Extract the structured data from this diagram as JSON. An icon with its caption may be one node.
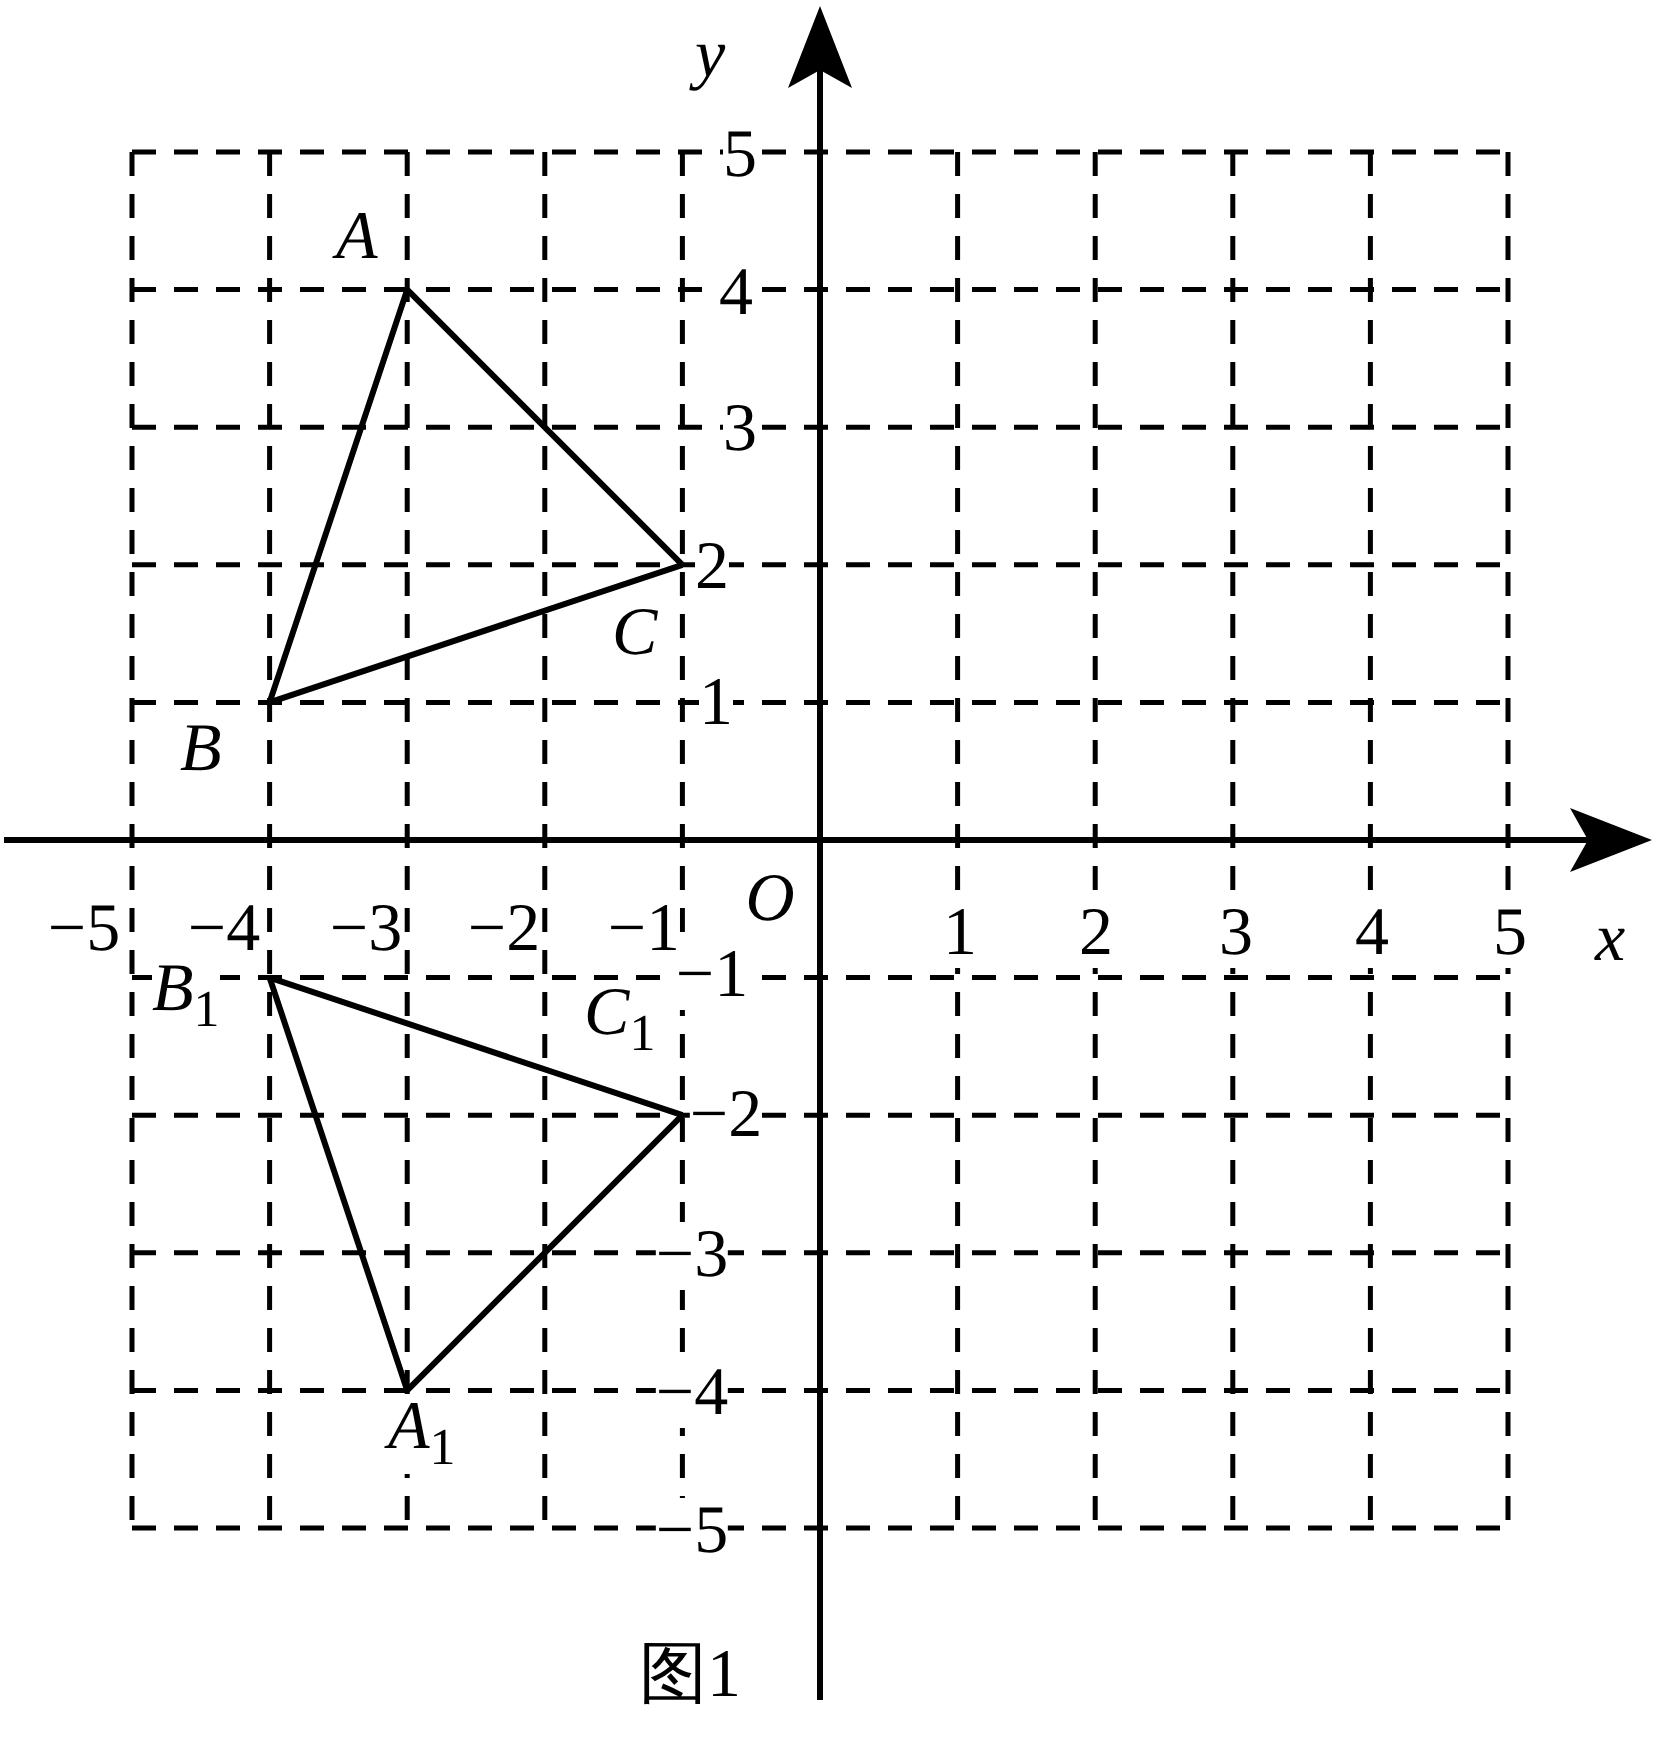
{
  "diagram": {
    "caption": "图1",
    "nodes": [
      {
        "text": [
          "A"
        ]
      },
      {
        "text": [
          "B"
        ]
      },
      {
        "text": [
          "C"
        ]
      },
      {
        "text": [
          "B$_{1}$"
        ]
      },
      {
        "text": [
          "C$_{1}$"
        ]
      },
      {
        "text": [
          "A$_{1}$"
        ]
      }
    ],
    "edges": [
      {
        "from": 0,
        "to": 1,
        "arrow": "none"
      },
      {
        "from": 1,
        "to": 2,
        "arrow": "none"
      },
      {
        "from": 2,
        "to": 0,
        "arrow": "none"
      },
      {
        "from": 3,
        "to": 4,
        "arrow": "none"
      },
      {
        "from": 4,
        "to": 5,
        "arrow": "none"
      },
      {
        "from": 5,
        "to": 3,
        "arrow": "none"
      }
    ],
    "labels": [
      "y",
      "5",
      "4",
      "3",
      "2",
      "1",
      "−5",
      "−4",
      "−3",
      "−2",
      "−1",
      "O",
      "1",
      "2",
      "3",
      "4",
      "5",
      "x",
      "−1",
      "−2",
      "−3",
      "−4",
      "−5"
    ]
  }
}
